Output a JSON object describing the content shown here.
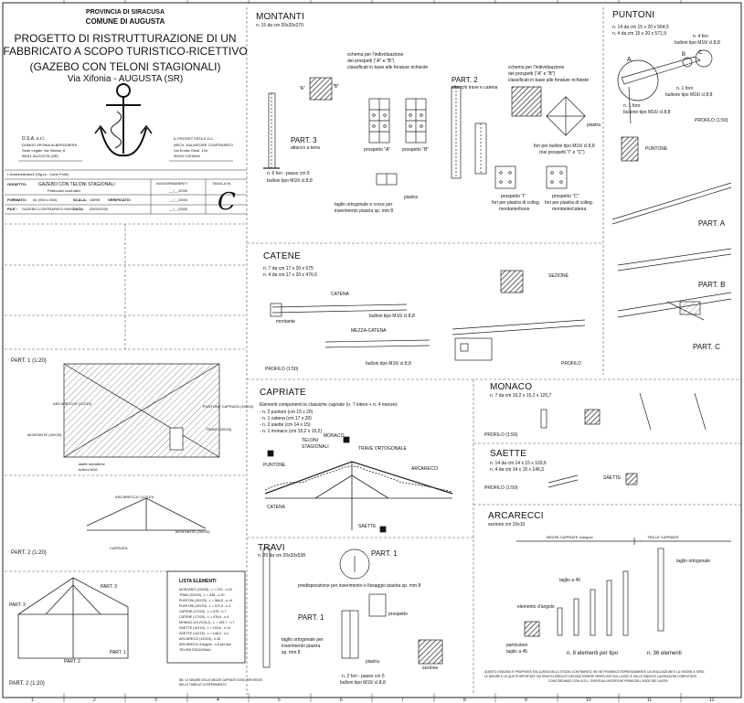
{
  "title_block": {
    "province": "PROVINCIA DI SIRACUSA",
    "comune": "COMUNE DI AUGUSTA",
    "project_line1": "PROGETTO DI RISTRUTTURAZIONE DI UN",
    "project_line2": "FABBRICATO A SCOPO TURISTICO-RICETTIVO",
    "project_line3": "(GAZEBO CON TELONI STAGIONALI)",
    "address": "Via Xifonia - AUGUSTA (SR)",
    "client_title": "D.S.A. s.r.l.",
    "client_name": "DOMUS SPONIA ALBERGHIERA",
    "client_addr1": "Sede Legale Via Xifonia, 8",
    "client_addr2": "96011 AUGUSTA (SR)",
    "designer_title": "IL PROGETTISTA E D.L.",
    "designer_name": "ARCH. SALVATORE CONTRAPATO",
    "designer_addr1": "Via Emilio Orioli, 100",
    "designer_addr2": "96100 CATANIA",
    "admin_label": "L'Amministratore (Sig.ra - Carlo Fede)",
    "oggetto_label": "OGGETTO:",
    "oggetto_value": "GAZEBO CON TELONI STAGIONALI",
    "oggetto_sub": "Particolari costruttivi",
    "agg_label": "AGGIORNAMENTI",
    "tavola_label": "TAVOLA Nr.",
    "tavola_value": "C",
    "formato_label": "FORMATO:",
    "formato_value": "A1 (594 x 840)",
    "scala_label": "SCALA:",
    "scala_value": "VARIE",
    "verificato_label": "VERIFICATO:",
    "file_label": "FILE :",
    "file_value": "GAZEBO-CONTRAPATO.DWG",
    "data_label": "DATA:",
    "data_value": "25/03/2000",
    "date_slot": "__/__/2000"
  },
  "montanti": {
    "title": "MONTANTI",
    "spec": "n. 15 da cm 20x20x270",
    "note_schema1": "schema per l'individuazione",
    "note_schema2": "dei prospetti (\"A\" e \"B\")",
    "note_schema3": "classificati in base alle forature richieste",
    "label_a": "\"A\"",
    "label_b": "\"B\"",
    "part3": "PART. 3",
    "attacco": "attacco a terra",
    "prosp_a": "prospetto \"A\"",
    "prosp_b": "prospetto \"B\"",
    "fori": "n. 6 fori - passo cm 5",
    "bulloni": "bulloni tipo M16/ cl.8,8",
    "piastra": "piastra",
    "taglio1": "taglio ortogonale e croce per",
    "taglio2": "inserimento piastra sp. mm 8",
    "part2": "PART. 2",
    "attacchi": "attacchi trave e catena",
    "schema2_1": "schema per l'individuazione",
    "schema2_2": "dei prospetti (\"A\" e \"B\")",
    "schema2_3": "classificati in base alle forature richieste",
    "piastra2": "piastra",
    "fori2": "fori per bulloni tipo M16/ cl.8,8",
    "fori2b": "(nei prospetti \"I\" e \"C\")",
    "prosp_i": "prospetto \"I\"",
    "prosp_i_sub1": "fori per piastra di colleg.",
    "prosp_i_sub2": "montante/trave",
    "prosp_c": "prospetto \"C\"",
    "prosp_c_sub1": "fori per piastra di colleg.",
    "prosp_c_sub2": "montante/catena"
  },
  "puntoni": {
    "title": "PUNTONI",
    "spec1": "n. 14 da cm 15 x 20 x 564,5",
    "spec2": "n. 4 da cm 15 x 20 x 571,9",
    "fori4": "n. 4 fori",
    "bulloni4": "bulloni tipo M16/ cl.8,8",
    "foro1": "n. 1 foro",
    "bullone1": "bullone tipo M16/ cl.8,8",
    "profilo": "PROFILO (1:50)",
    "label": "PUNTONE",
    "part_a": "PART. A",
    "part_b": "PART. B",
    "part_c": "PART. C",
    "letter_a": "A",
    "letter_b": "B",
    "letter_c": "C"
  },
  "catene": {
    "title": "CATENE",
    "spec1": "n. 7 da cm 17 x 20 x 675",
    "spec2": "n. 4 da cm 17 x 20 x 476,6",
    "catena": "CATENA",
    "montante": "montante",
    "mezza": "MEZZA-CATENA",
    "bulloni": "bulloni tipo M16/ cl.8,8",
    "sezione": "SEZIONE",
    "profilo": "PROFILO (1:50)",
    "profilo2": "PROFILO"
  },
  "part1": {
    "title": "PART. 1 (1:20)",
    "arcareccio": "ARCARECCIO (12X10)",
    "puntone": "PUNTONE CAPRIATA (15X20)",
    "trave": "TRAVE (20X20)",
    "montante": "MONTANTE (20X20)",
    "staffe": "staffe metalliche",
    "staffe2": "bulloni M16"
  },
  "part2": {
    "title": "PART. 2 (1:20)",
    "arcareccio": "ARCARECCIO (12X10)",
    "montante": "MONTANTE (20X20)",
    "capriata": "CAPRIATA"
  },
  "capriate": {
    "title": "CAPRIATE",
    "intro": "Elementi componenti le classiche capriate (n. 7 intere + n. 4 mezze):",
    "items": [
      "- n. 2 puntoni (cm 15 x 20)",
      "- n. 1 catena (cm 17 x 20)",
      "- n. 2 saette (cm 14 x 15)",
      "- n. 1 monaco (cm 15,2 x 15,2)"
    ],
    "teloni": "TELONI",
    "stagionali": "STAGIONALI",
    "monaco": "MONACO",
    "trave_ort": "TRAVE ORTOGONALE",
    "puntone": "PUNTONE",
    "arcarecci": "ARCARECCI",
    "catena": "CATENA",
    "saette": "SAETTE"
  },
  "monaco": {
    "title": "MONACO",
    "spec": "n. 7 da cm 15,2 x 15,2 x 125,7",
    "profilo": "PROFILO (1:50)"
  },
  "saette": {
    "title": "SAETTE",
    "spec1": "n. 14 da cm 14 x 15 x 103,6",
    "spec2": "n. 4 da cm 14 x 15 x 146,3",
    "profilo": "PROFILO (1:50)",
    "label": "SAETTE"
  },
  "arcarecci": {
    "title": "ARCARECCI",
    "spec": "sezione cm 10x10",
    "mezze": "MEZZE-CAPRIATE d'angolo",
    "tra": "TRA LE CAPRIATE",
    "taglio_ort": "taglio ortogonale",
    "taglio45": "taglio a 45",
    "elemento": "elemento d'angolo",
    "particolare1": "particolare",
    "particolare2": "taglio a 45",
    "n8": "n. 8 elementi per tipo",
    "n36": "n. 36 elementi",
    "footnote1": "QUESTO DISEGNO E' PROPRIETA' ESCLUSIVA DELLO STUDIO CONTRAPATO, NE' NE PROIBISCE ESPRESSAMENTE LA DIVULGAZIONE E LA VISIONE A TERZI.",
    "footnote2": "LE MISURE E LE QUOTE RIPORTATE SUI GRAFICI ESEGUITI DEVONO ESSERE VERIFICATE SUL LUOGO E SULLE SINGOLE LAVORAZIONI COMPLETATE,",
    "footnote3": "CONCORDANDO CON LA D.L. EVENTUALI MODIFICHE PRIMA DELL'INIZIO DEI LAVORI."
  },
  "travi": {
    "title": "TRAVI",
    "spec": "n. 20 da cm 20x20x538",
    "part1": "PART. 1",
    "predisp": "predisposizione per inserimento e fissaggio piastra sp. mm 8",
    "prospetto": "prospetto",
    "part1b": "PART. 1",
    "taglio1": "taglio ortogonale per",
    "taglio2": "inserimento piastra",
    "taglio3": "sp. mm 8",
    "piastra": "piastra",
    "sezione": "sezione",
    "fori": "n. 2 fori - passo cm 5",
    "bulloni": "bulloni tipo M16/ cl.8,8"
  },
  "part2_bottom": {
    "title": "PART. 2 (1:20)",
    "part3": "PART. 3",
    "part1": "PART. 1",
    "part2": "PART. 2",
    "part3b": "PART. 3",
    "lista_title": "LISTA ELEMENTI",
    "lista": [
      "MONTANTI (20X20) - L = 270 - n.15",
      "TRAVI (20X20) - L = 538 - n.20",
      "PUNTONI (15X20) - L = 564,5 - n.14",
      "PUNTONI (15X20) - L = 571,9 - n.4",
      "CATENE (17X20) - L = 675 - n.7",
      "CATENE (17X20) - L = 476,6 - n.4",
      "MONACI (15,2X15,2) - L = 125,7 - n.7",
      "SAETTE (14X15) - L = 103,6 - n.14",
      "SAETTE (14X15) - L = 146,3 - n.4",
      "ARCARECCI (10X10) - n.36",
      "ARCARECCI d'angolo - n.8 per tipo",
      "TELONI STAGIONALI"
    ],
    "note1": "NB: LE MISURE DELLE MEZZE CAPRIATE SONO RIPORTATE",
    "note2": "NELLE TABELLE DI RIFERIMENTO"
  },
  "grid_numbers": [
    "1",
    "2",
    "3",
    "4",
    "5",
    "6",
    "7",
    "8",
    "9",
    "10",
    "11",
    "12"
  ]
}
